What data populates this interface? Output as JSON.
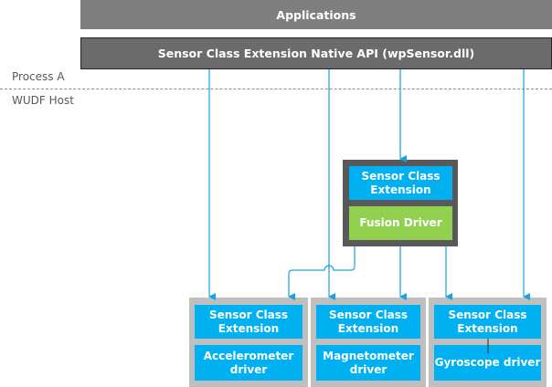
{
  "top": {
    "applications": "Applications",
    "native_api": "Sensor Class Extension Native API (wpSensor.dll)"
  },
  "zones": {
    "process": "Process A",
    "host": "WUDF Host"
  },
  "fusion_stack": {
    "class_extension": "Sensor Class Extension",
    "driver": "Fusion Driver"
  },
  "driver_stacks": [
    {
      "class_extension": "Sensor Class Extension",
      "driver": "Accelerometer driver"
    },
    {
      "class_extension": "Sensor Class Extension",
      "driver": "Magnetometer driver"
    },
    {
      "class_extension": "Sensor Class Extension",
      "driver": "Gyroscope driver"
    }
  ],
  "colors": {
    "connector": "#1aa3dd",
    "class_extension": "#00b0f0",
    "fusion_driver": "#92d050",
    "top_bar": "#7f7f7f"
  }
}
